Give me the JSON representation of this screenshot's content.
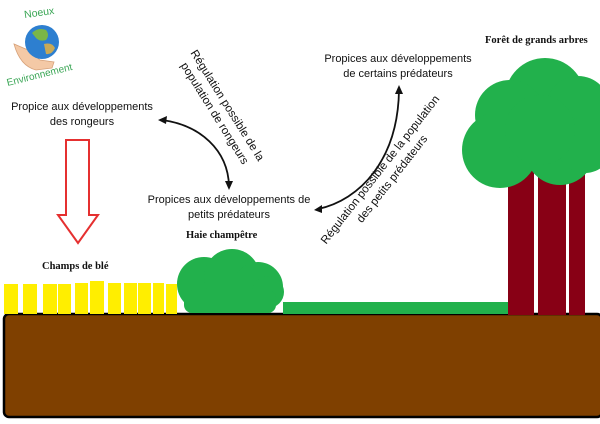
{
  "logo": {
    "top_text": "Noeux",
    "bottom_text": "Environnement",
    "icon": "globe-in-hand-icon",
    "color": "#3aa655"
  },
  "labels": {
    "rodents_dev": [
      "Propice aux développements",
      "des rongeurs"
    ],
    "small_predators_dev": [
      "Propices aux développements de",
      "petits prédateurs"
    ],
    "certain_predators_dev": [
      "Propices aux développements",
      "de certains prédateurs"
    ],
    "regulation_rodents": [
      "Régulation possible de la",
      "population de rongeurs"
    ],
    "regulation_small_predators": [
      "Régulation possible de la population",
      "des petits prédateurs"
    ]
  },
  "titles": {
    "wheat_field": "Champs de blé",
    "hedge": "Haie champêtre",
    "forest": "Forêt de grands arbres"
  },
  "colors": {
    "soil": "#7f4000",
    "wheat": "#ffee00",
    "foliage": "#22b14c",
    "trunk": "#880015",
    "down_arrow": "#e53030",
    "outline": "#000000"
  }
}
